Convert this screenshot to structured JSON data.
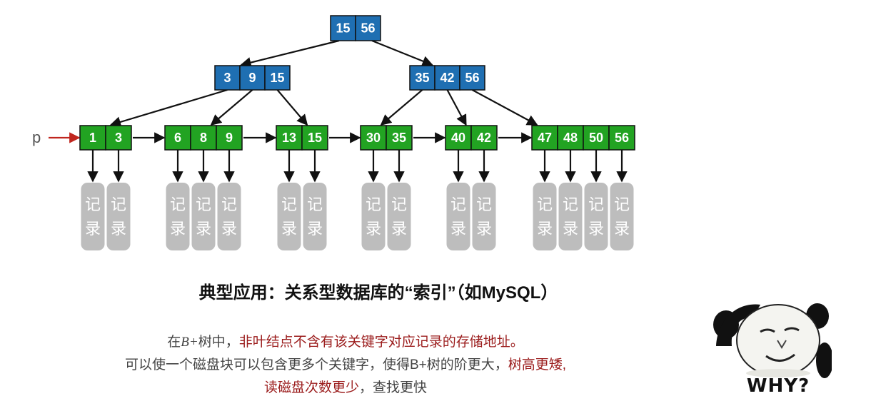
{
  "tree": {
    "root": [
      "15",
      "56"
    ],
    "internal": [
      [
        "3",
        "9",
        "15"
      ],
      [
        "35",
        "42",
        "56"
      ]
    ],
    "leaves": [
      [
        "1",
        "3"
      ],
      [
        "6",
        "8",
        "9"
      ],
      [
        "13",
        "15"
      ],
      [
        "30",
        "35"
      ],
      [
        "40",
        "42"
      ],
      [
        "47",
        "48",
        "50",
        "56"
      ]
    ],
    "record_label": "记录",
    "pointer_label": "p",
    "colors": {
      "internal_fill": "#1f6fb2",
      "leaf_fill": "#22a322",
      "record_fill": "#bdbdbd",
      "pointer_arrow": "#c0261f",
      "edge": "#111111"
    }
  },
  "caption": "典型应用：关系型数据库的“索引”（如MySQL）",
  "description": {
    "line1_a": "在",
    "line1_math": "B+",
    "line1_b": "树中，",
    "line1_hl": "非叶结点不含有该关键字对应记录的存储地址。",
    "line2_a": "可以使一个磁盘块可以包含更多个关键字，使得B+树的阶更大，",
    "line2_hl": "树高更矮,",
    "line3_hl": "读磁盘次数更少",
    "line3_b": "，查找更快"
  },
  "meme": {
    "label": "WHY?"
  }
}
